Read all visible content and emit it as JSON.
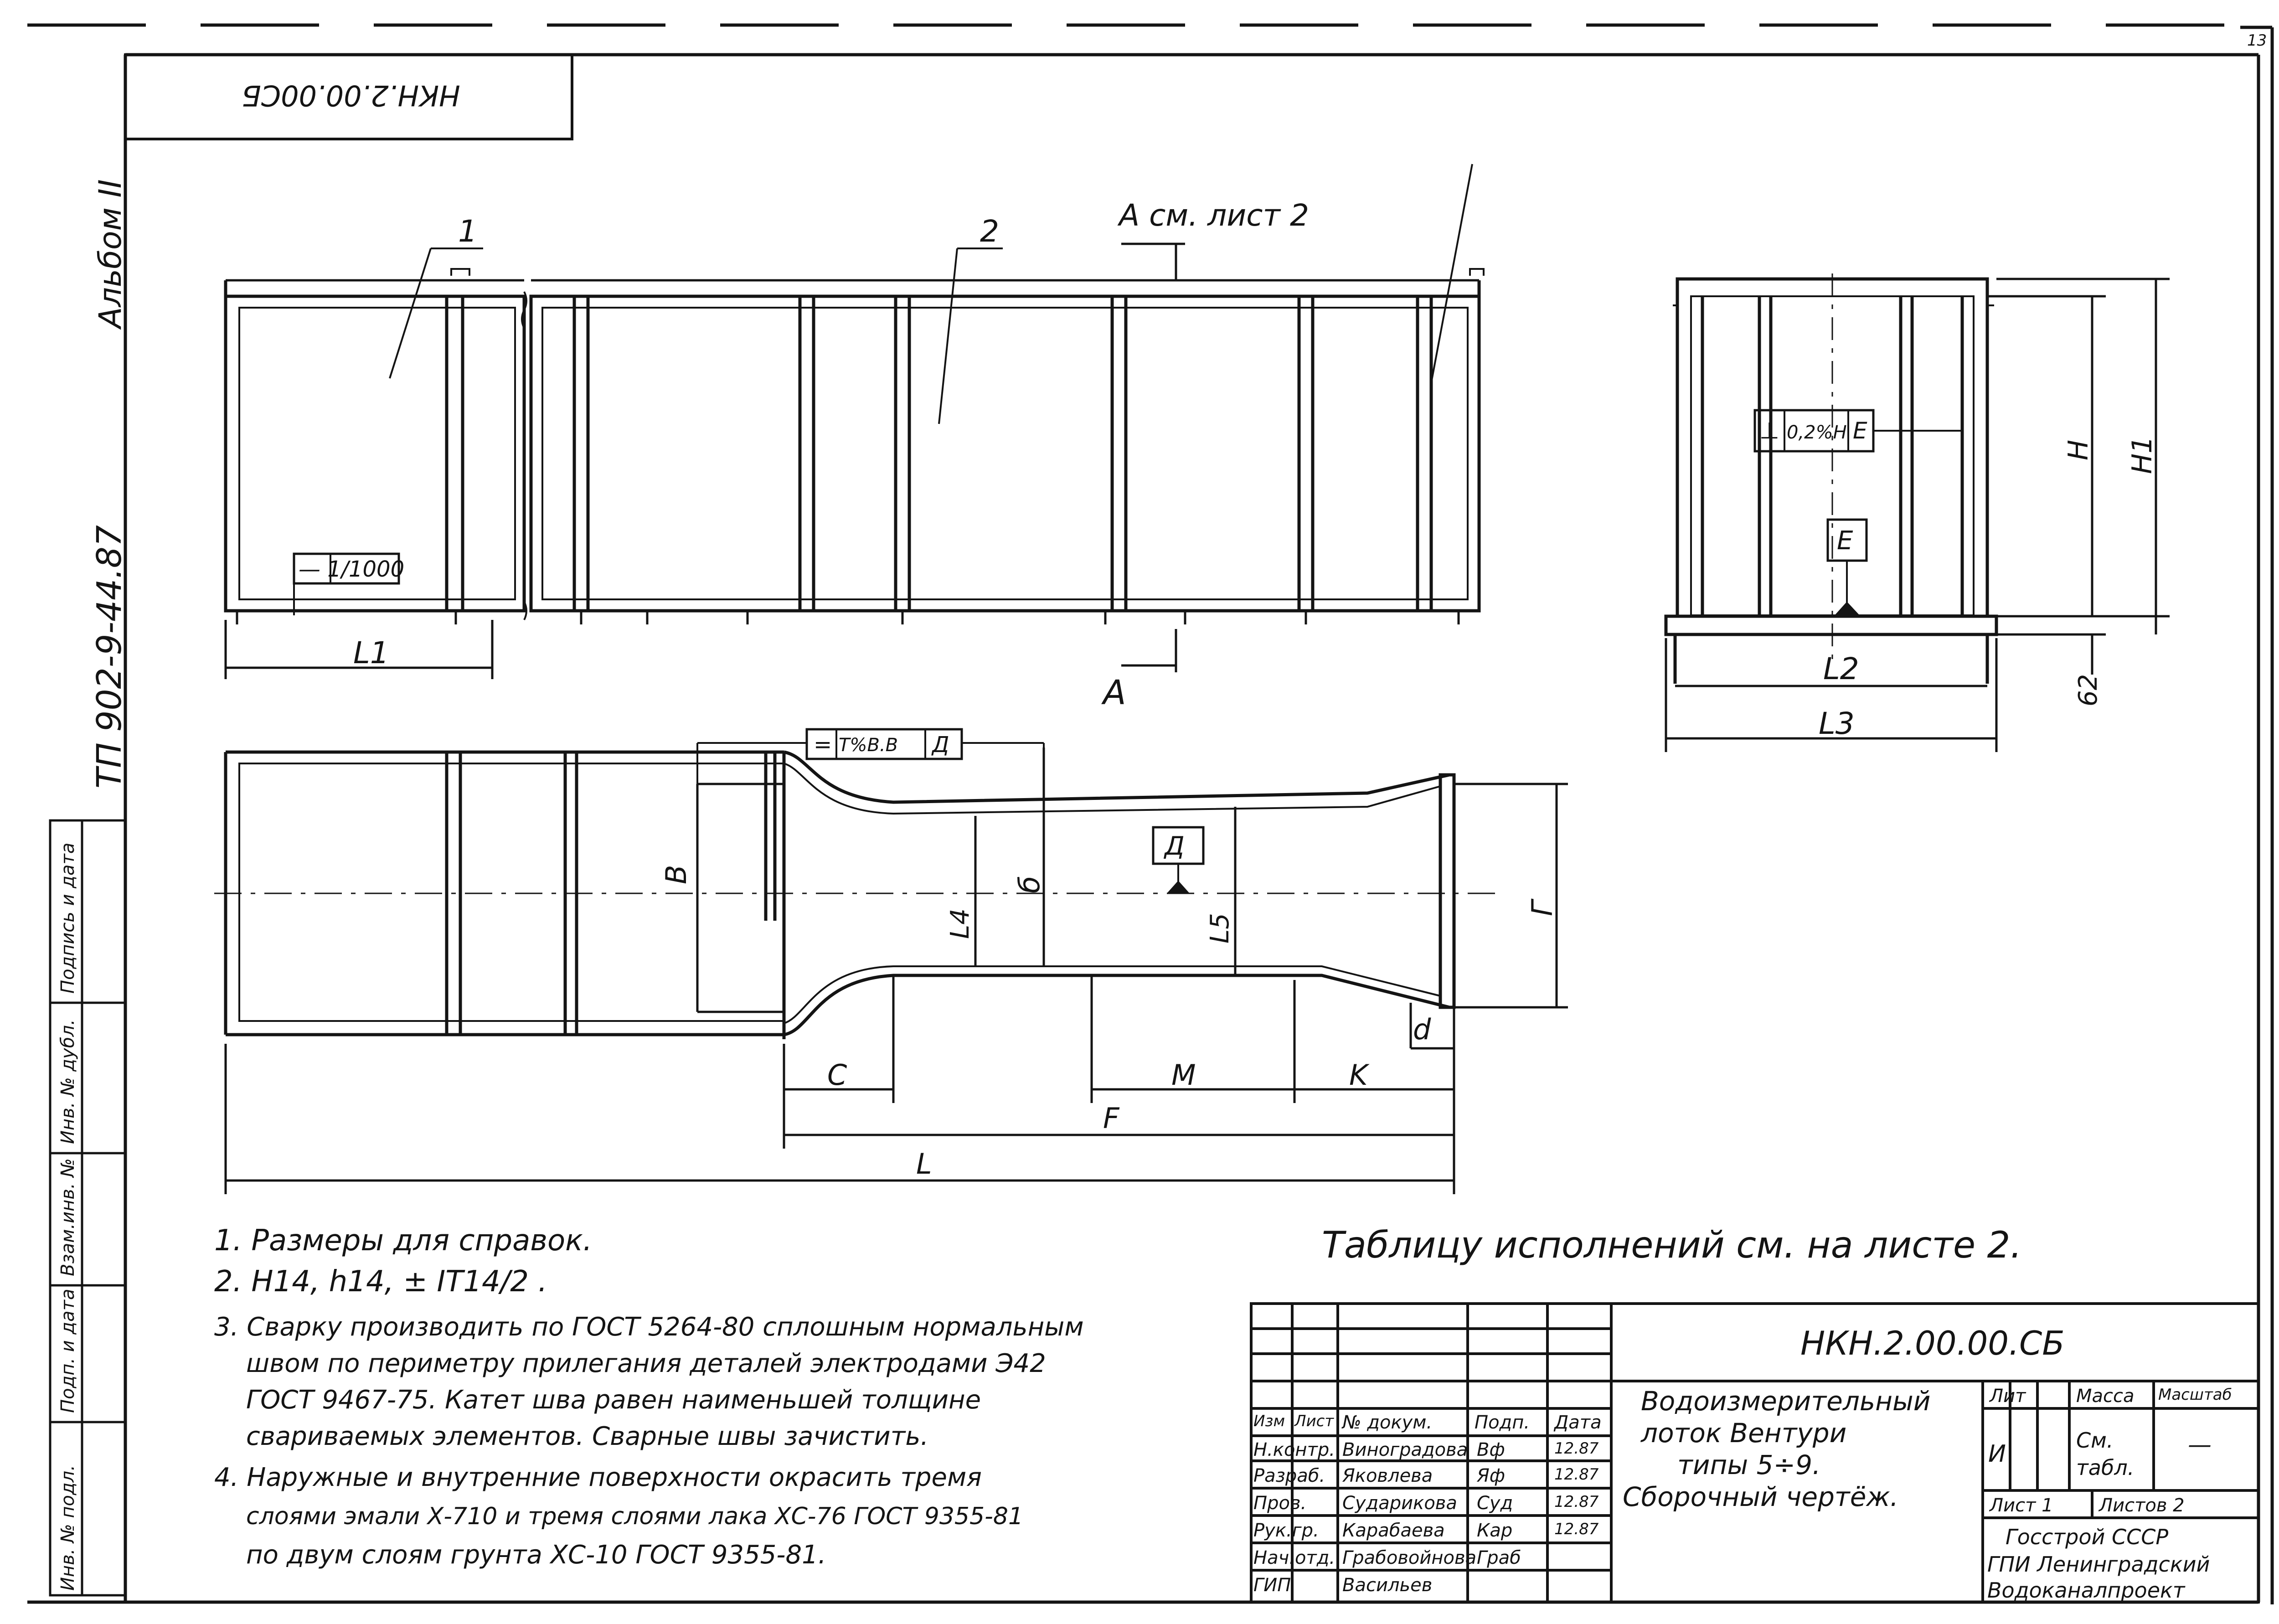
{
  "sheet_corner": "13",
  "stamp_rotated": "НКН.2.00.00СБ",
  "margin": {
    "album": "Альбом II",
    "project": "ТП 902-9-44.87"
  },
  "left_strip": {
    "labels": [
      "Инв. № подл.",
      "Подп. и дата",
      "Взам.инв. №",
      "Инв. № дубл.",
      "Подпись и дата"
    ]
  },
  "drawing": {
    "callout_1": "1",
    "callout_2": "2",
    "section_ref": "А см. лист 2",
    "section_A": "А",
    "flatness_tol": "— 1/1000",
    "L1": "L1",
    "L": "L",
    "F": "F",
    "C": "C",
    "M": "M",
    "K": "K",
    "d": "d",
    "B": "В",
    "b": "б",
    "L4": "L4",
    "L5": "L5",
    "G": "Г",
    "sym_tol_sign": "=",
    "sym_tol_val": "T%B.B",
    "sym_tol_datum": "Д",
    "datum_D": "Д",
    "perp_sign": "⊥",
    "perp_val": "0,2%H",
    "perp_datum": "E",
    "datum_E": "E",
    "H": "H",
    "H1": "H1",
    "L2": "L2",
    "L3": "L3",
    "dim_62": "62"
  },
  "notes": [
    "1. Размеры для справок.",
    "2. H14, h14, ± IT14/2 .",
    "3. Сварку производить по ГОСТ 5264-80 сплошным нормальным",
    "швом по периметру прилегания деталей электродами Э42",
    "ГОСТ 9467-75. Катет шва равен наименьшей толщине",
    "свариваемых элементов. Сварные швы зачистить.",
    "4. Наружные и внутренние поверхности окрасить тремя",
    "слоями эмали Х-710 и тремя слоями лака ХС-76 ГОСТ 9355-81",
    "по двум слоям грунта ХС-10 ГОСТ 9355-81."
  ],
  "table_ref": "Таблицу исполнений см. на листе 2.",
  "title_block": {
    "code": "НКН.2.00.00.СБ",
    "name_lines": [
      "Водоизмерительный",
      "лоток Вентури",
      "типы 5÷9.",
      "Сборочный чертёж."
    ],
    "headers": [
      "Изм",
      "Лист",
      "№ докум.",
      "Подп.",
      "Дата"
    ],
    "rows": [
      {
        "role": "Н.контр.",
        "name": "Виноградова",
        "sign": "Вф",
        "date": "12.87"
      },
      {
        "role": "Разраб.",
        "name": "Яковлева",
        "sign": "Яф",
        "date": "12.87"
      },
      {
        "role": "Пров.",
        "name": "Сударикова",
        "sign": "Суд",
        "date": "12.87"
      },
      {
        "role": "Рук.гр.",
        "name": "Карабаева",
        "sign": "Кар",
        "date": "12.87"
      },
      {
        "role": "Нач.отд.",
        "name": "Грабовойнова",
        "sign": "Граб",
        "date": ""
      },
      {
        "role": "ГИП",
        "name": "Васильев",
        "sign": "",
        "date": ""
      }
    ],
    "lit_label": "Лит",
    "mass_label": "Масса",
    "scale_label": "Масштаб",
    "lit_value": "И",
    "mass_value": "См. табл.",
    "scale_value": "—",
    "sheet_label": "Лист 1",
    "sheets_label": "Листов 2",
    "org_1": "Госстрой СССР",
    "org_2": "ГПИ Ленинградский",
    "org_3": "Водоканалпроект"
  }
}
